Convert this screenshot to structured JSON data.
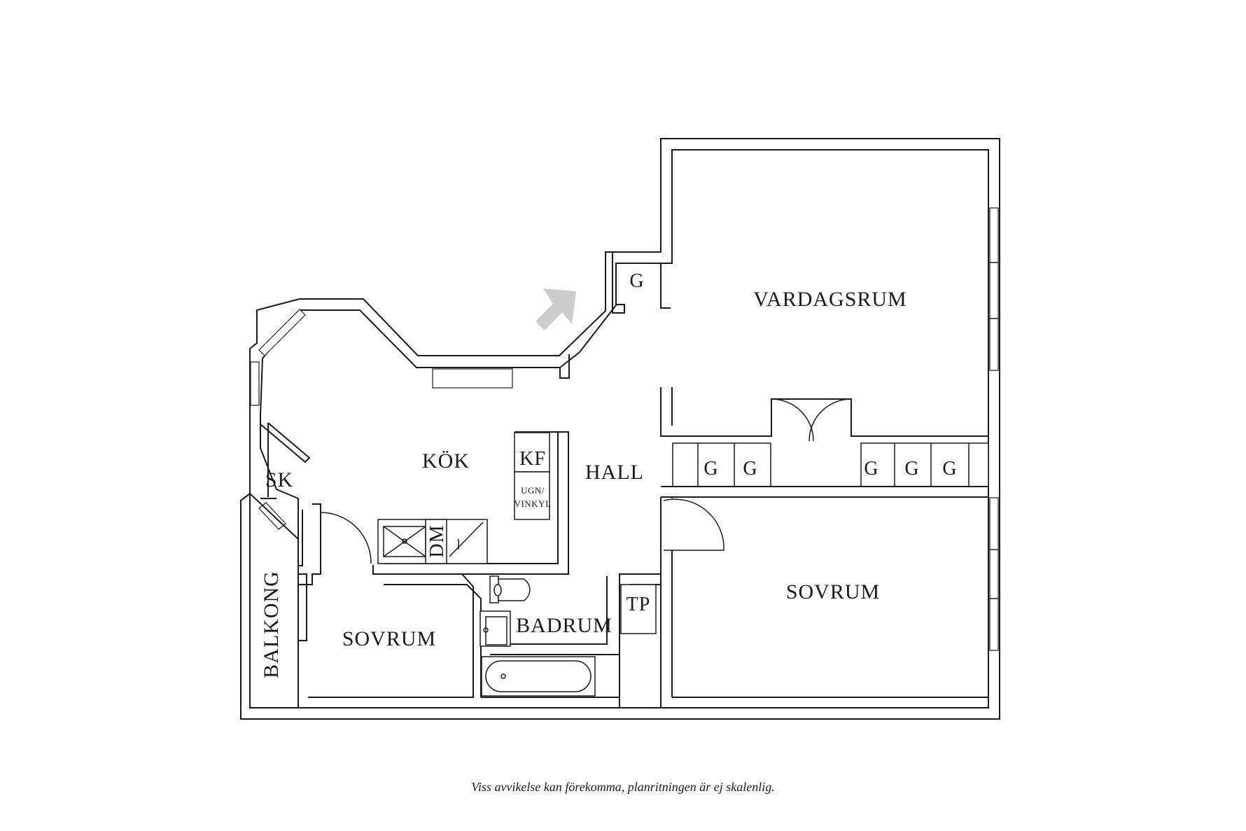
{
  "rooms": {
    "vardagsrum": "VARDAGSRUM",
    "kok": "KÖK",
    "hall": "HALL",
    "sovrum_right": "SOVRUM",
    "sovrum_left": "SOVRUM",
    "badrum": "BADRUM",
    "balkong": "BALKONG",
    "sk": "SK",
    "g_entry": "G",
    "g_1": "G",
    "g_2": "G",
    "g_3": "G",
    "g_4": "G",
    "g_5": "G",
    "kf": "KF",
    "ugn_line1": "UGN/",
    "ugn_line2": "VINKYL",
    "dm": "DM",
    "tp": "TP"
  },
  "disclaimer": "Viss avvikelse kan förekomma, planritningen är ej skalenlig.",
  "colors": {
    "line": "#1a1a1a",
    "entry_arrow": "#cccccc",
    "background": "#ffffff"
  },
  "icons": {
    "entry": "entry-arrow-icon"
  }
}
